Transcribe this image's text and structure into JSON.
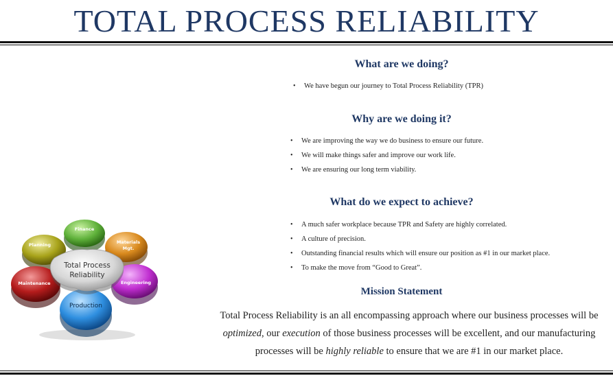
{
  "header": {
    "title": "TOTAL PROCESS RELIABILITY"
  },
  "sections": [
    {
      "heading": "What are we doing?",
      "bullets": [
        "We have begun our journey to Total Process Reliability (TPR)"
      ]
    },
    {
      "heading": "Why are we doing it?",
      "bullets": [
        "We are improving the way we do business to ensure our future.",
        "We will make things safer and improve our work life.",
        "We are ensuring our long term viability."
      ]
    },
    {
      "heading": "What do we expect to achieve?",
      "bullets": [
        "A much safer workplace because TPR and Safety are highly correlated.",
        "A culture of precision.",
        "Outstanding financial results which will ensure our position as #1 in our market place.",
        "To make the move from “Good to Great”."
      ]
    }
  ],
  "mission": {
    "heading": "Mission Statement",
    "p1": "Total Process Reliability is an all encompassing approach where our business processes will be ",
    "em1": "optimized",
    "p2": ", our ",
    "em2": "execution",
    "p3": " of those business processes will be excellent, and our manufacturing processes will be ",
    "em3": "highly reliable",
    "p4": " to ensure that we are #1 in our market place."
  },
  "graphic": {
    "center_line1": "Total Process",
    "center_line2": "Reliability",
    "pieces": {
      "finance": "Finance",
      "materials1": "Materials",
      "materials2": "Mgt.",
      "engineering": "Engineering",
      "production": "Production",
      "maintenance": "Maintenance",
      "planning": "Planning"
    },
    "colors": {
      "finance": "#5fb13a",
      "materials": "#d98a1e",
      "engineering": "#c02ed0",
      "production": "#2f8fe0",
      "maintenance": "#b51c1c",
      "planning": "#a8a31a",
      "center": "#d7d7d7"
    }
  }
}
